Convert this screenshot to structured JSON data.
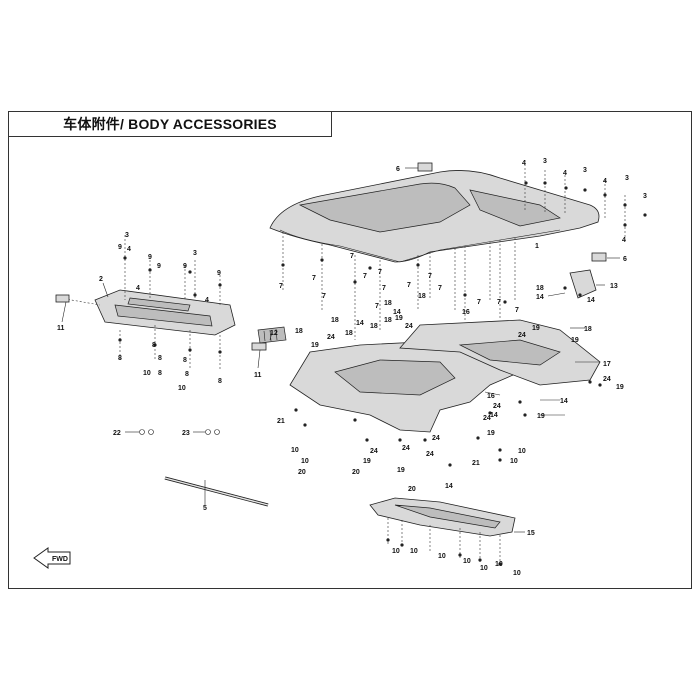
{
  "title": "车体附件/ BODY ACCESSORIES",
  "callouts": [
    "1",
    "2",
    "3",
    "4",
    "5",
    "6",
    "7",
    "8",
    "9",
    "10",
    "11",
    "12",
    "13",
    "14",
    "15",
    "16",
    "17",
    "18",
    "19",
    "20",
    "21",
    "22",
    "23",
    "24"
  ],
  "fwd_label": "FWD"
}
